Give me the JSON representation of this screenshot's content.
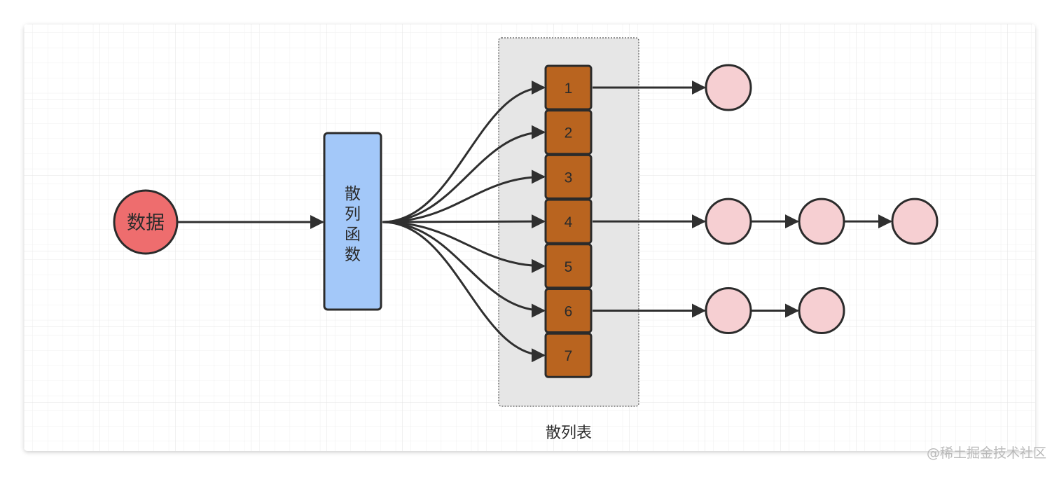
{
  "source": {
    "label": "数据",
    "color": "#ee6d6e"
  },
  "hash_function": {
    "chars": [
      "散",
      "列",
      "函",
      "数"
    ],
    "color": "#a3c8f9"
  },
  "hash_table": {
    "caption": "散列表",
    "slots": [
      "1",
      "2",
      "3",
      "4",
      "5",
      "6",
      "7"
    ],
    "slot_color": "#b9641f"
  },
  "chains": [
    {
      "slot": "1",
      "nodes": 1
    },
    {
      "slot": "4",
      "nodes": 3
    },
    {
      "slot": "6",
      "nodes": 2
    }
  ],
  "node_color": "#f6cfd2",
  "watermark": "@稀土掘金技术社区"
}
